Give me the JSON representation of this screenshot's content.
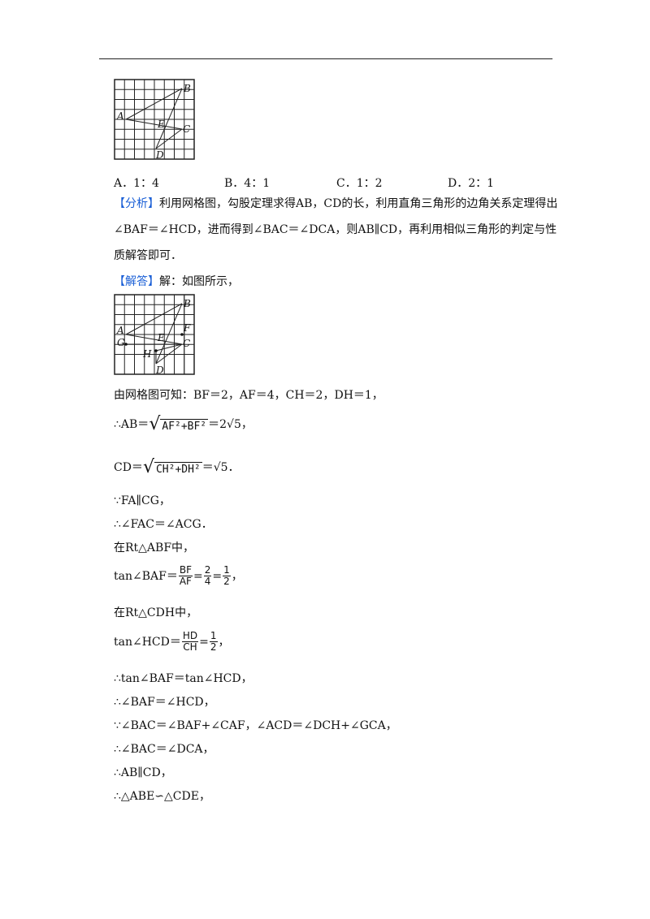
{
  "figure1": {
    "labels": {
      "A": "A",
      "B": "B",
      "C": "C",
      "D": "D",
      "E": "E"
    }
  },
  "options": {
    "a": "A．1：4",
    "b": "B．4：1",
    "c": "C．1：2",
    "d": "D．2：1"
  },
  "analysis": {
    "tag": "【分析】",
    "line1": "利用网格图，勾股定理求得AB，CD的长，利用直角三角形的边角关系定理得出",
    "line2": "∠BAF＝∠HCD，进而得到∠BAC＝∠DCA，则AB∥CD，再利用相似三角形的判定与性",
    "line3": "质解答即可．"
  },
  "solution": {
    "tag": "【解答】",
    "intro": "解：如图所示，"
  },
  "figure2": {
    "labels": {
      "A": "A",
      "B": "B",
      "C": "C",
      "D": "D",
      "E": "E",
      "F": "F",
      "G": "G",
      "H": "H"
    }
  },
  "steps": {
    "s1": "由网格图可知：BF＝2，AF＝4，CH＝2，DH＝1，",
    "s2_prefix": "∴AB＝",
    "s2_rad": "AF²+BF²",
    "s2_suffix": "＝2√5，",
    "s3_prefix": "CD＝",
    "s3_rad": "CH²+DH²",
    "s3_suffix": "＝√5．",
    "s4": "∵FA∥CG，",
    "s5": "∴∠FAC＝∠ACG．",
    "s6": "在Rt△ABF中，",
    "s7_prefix": "tan∠BAF＝",
    "s7_f1_num": "BF",
    "s7_f1_den": "AF",
    "s7_f2_num": "2",
    "s7_f2_den": "4",
    "s7_f3_num": "1",
    "s7_f3_den": "2",
    "s8": "在Rt△CDH中，",
    "s9_prefix": "tan∠HCD＝",
    "s9_f1_num": "HD",
    "s9_f1_den": "CH",
    "s9_f2_num": "1",
    "s9_f2_den": "2",
    "s10": "∴tan∠BAF＝tan∠HCD，",
    "s11": "∴∠BAF＝∠HCD，",
    "s12": "∵∠BAC＝∠BAF+∠CAF，∠ACD＝∠DCH+∠GCA，",
    "s13": "∴∠BAC＝∠DCA，",
    "s14": "∴AB∥CD，",
    "s15": "∴△ABE∽△CDE，"
  }
}
